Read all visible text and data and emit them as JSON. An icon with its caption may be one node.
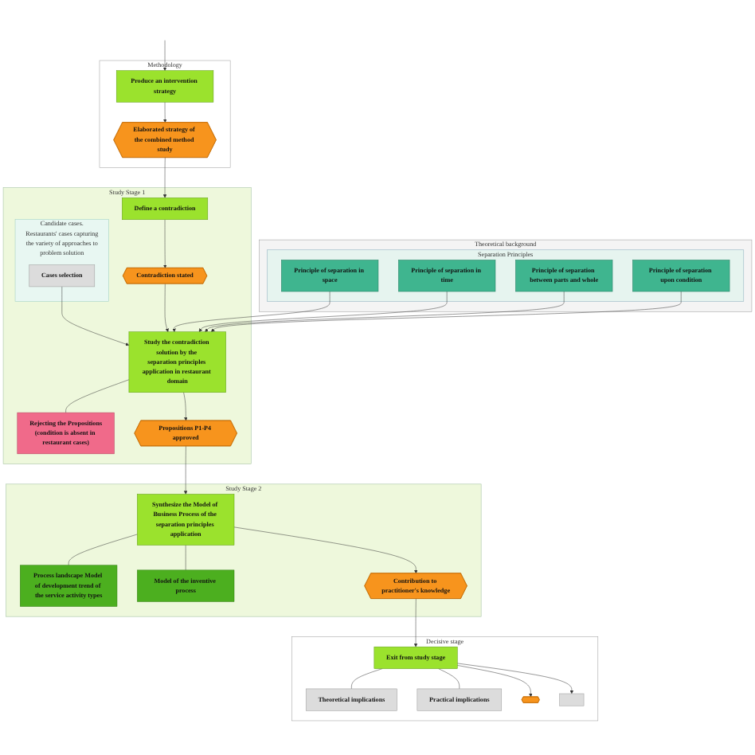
{
  "diagram": {
    "nodes": [
      {
        "text": [
          "Methodology"
        ]
      },
      {
        "text": [
          "Produce an intervention strategy"
        ],
        "in": 0
      },
      {
        "text": [
          "Elaborated strategy of the combined method study"
        ],
        "in": 0
      },
      {
        "text": [
          "Theoretical background"
        ]
      },
      {
        "text": [
          "Separation Principles"
        ],
        "in": 3
      },
      {
        "text": [
          "Principle of separation in space"
        ],
        "in": 4
      },
      {
        "text": [
          "Principle of separation in time"
        ],
        "in": 4
      },
      {
        "text": [
          "Principle of separation between parts and whole"
        ],
        "in": 4
      },
      {
        "text": [
          "Principle of separation upon condition"
        ],
        "in": 4
      },
      {
        "text": [
          "Study Stage 1"
        ]
      },
      {
        "text": [
          "Define a contradiction"
        ],
        "in": 9
      },
      {
        "text": [
          "Contradiction stated"
        ],
        "in": 9
      },
      {
        "text": [
          "Candidate cases.",
          "Restaurants' cases capturing the variety of approaches to problem solution"
        ],
        "in": 9
      },
      {
        "text": [
          "Cases selection"
        ],
        "in": 12
      },
      {
        "text": [
          "Study the contradiction solution by the separation principles application in restaurant domain"
        ],
        "in": 9
      },
      {
        "text": [
          "Rejecting the Propositions",
          "(condition is absent in restaurant cases)"
        ],
        "in": 9
      },
      {
        "text": [
          "Propositions P1-P4 approved"
        ],
        "in": 9
      },
      {
        "text": [
          "Study Stage 2"
        ]
      },
      {
        "text": [
          "Synthesize the Model of Business Process of the separation principles application"
        ],
        "in": 17
      },
      {
        "text": [
          "Process landscape Model of development trend of the service activity types"
        ],
        "in": 17
      },
      {
        "text": [
          "Model of the inventive process"
        ],
        "in": 17
      },
      {
        "text": [
          "Contribution to practitioner's knowledge"
        ],
        "in": 17
      },
      {
        "text": [
          "Decisive stage"
        ]
      },
      {
        "text": [
          "Exit from study stage"
        ],
        "in": 22
      },
      {
        "text": [
          "Theoretical implications"
        ],
        "in": 22
      },
      {
        "text": [
          "Practical implications"
        ],
        "in": 22
      },
      {
        "text": [],
        "shape": "hexagon",
        "in": 22
      },
      {
        "text": [],
        "shape": "box",
        "in": 22
      }
    ],
    "edges": [
      {
        "from": null,
        "to": 1,
        "arrow": "to"
      },
      {
        "from": 1,
        "to": 2,
        "arrow": "to"
      },
      {
        "from": 2,
        "to": 10,
        "arrow": "to"
      },
      {
        "from": 10,
        "to": 11,
        "arrow": "to"
      },
      {
        "from": 11,
        "to": 14,
        "arrow": "to"
      },
      {
        "from": 5,
        "to": 14,
        "arrow": "to"
      },
      {
        "from": 6,
        "to": 14,
        "arrow": "to"
      },
      {
        "from": 7,
        "to": 14,
        "arrow": "to"
      },
      {
        "from": 8,
        "to": 14,
        "arrow": "to"
      },
      {
        "from": 13,
        "to": 14,
        "arrow": "to"
      },
      {
        "from": 14,
        "to": 15,
        "arrow": "none"
      },
      {
        "from": 14,
        "to": 16,
        "arrow": "to"
      },
      {
        "from": 16,
        "to": 18,
        "arrow": "to"
      },
      {
        "from": 18,
        "to": 19,
        "arrow": "none"
      },
      {
        "from": 18,
        "to": 20,
        "arrow": "none"
      },
      {
        "from": 18,
        "to": 21,
        "arrow": "to"
      },
      {
        "from": 21,
        "to": 23,
        "arrow": "to"
      },
      {
        "from": 23,
        "to": 24,
        "arrow": "none"
      },
      {
        "from": 23,
        "to": 25,
        "arrow": "none"
      },
      {
        "from": 23,
        "to": 26,
        "arrow": "to"
      },
      {
        "from": 23,
        "to": 27,
        "arrow": "to"
      }
    ]
  }
}
